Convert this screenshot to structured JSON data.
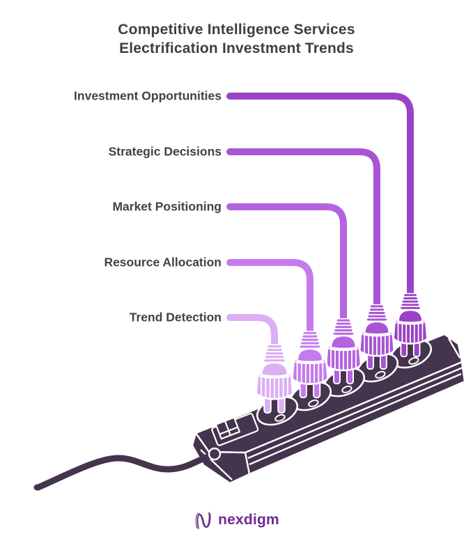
{
  "title": {
    "line1": "Competitive Intelligence Services",
    "line2": "Electrification Investment Trends"
  },
  "labels": [
    {
      "text": "Investment Opportunities",
      "color": "#9a43c6"
    },
    {
      "text": "Strategic Decisions",
      "color": "#a855d4"
    },
    {
      "text": "Market Positioning",
      "color": "#b564e0"
    },
    {
      "text": "Resource Allocation",
      "color": "#c57bec"
    },
    {
      "text": "Trend Detection",
      "color": "#dcaef4"
    }
  ],
  "diagram": {
    "kind": "power-strip-with-five-plugs",
    "strip_color": "#44344d",
    "outline_color": "#ffffff",
    "text_color": "#424143"
  },
  "logo": {
    "text": "nexdigm",
    "text_color": "#702a90",
    "icon_purple": "#9b4bbf",
    "icon_dark": "#332c52"
  }
}
